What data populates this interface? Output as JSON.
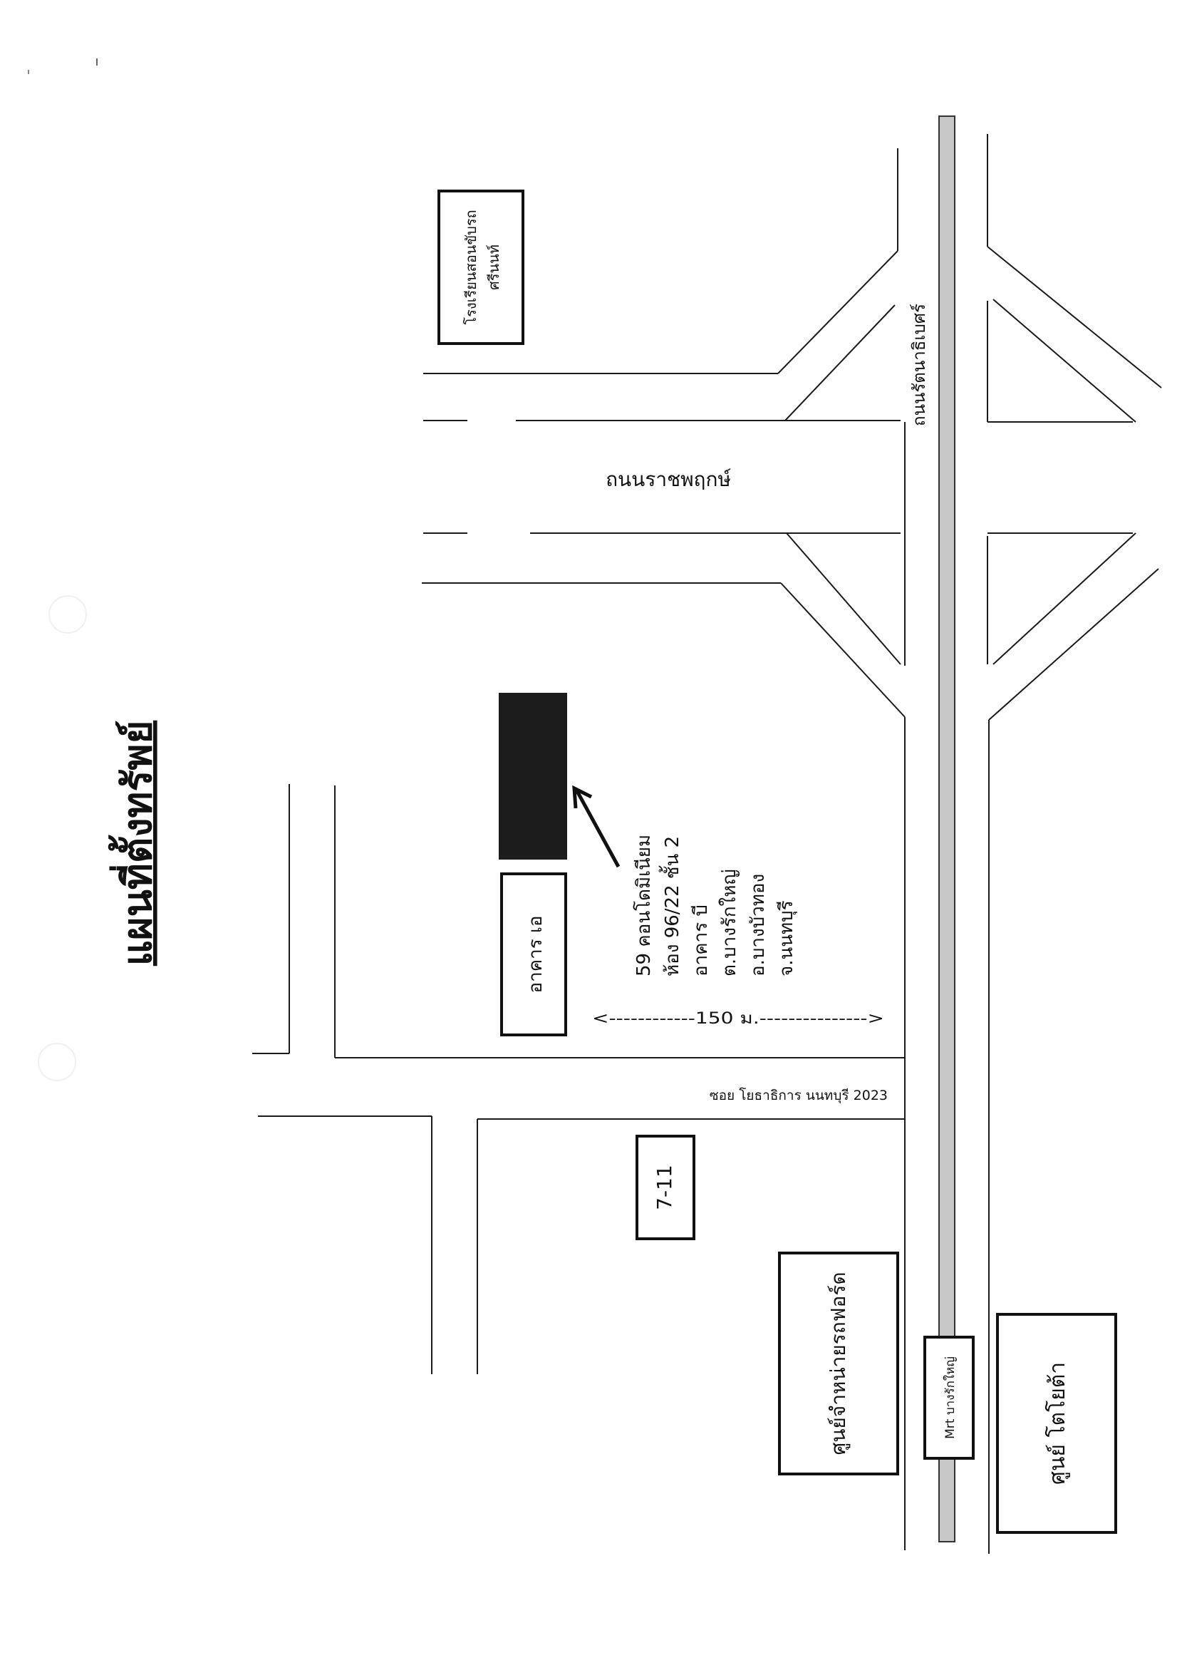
{
  "title": "แผนที่ตั้งทรัพย์",
  "roads": {
    "main_road": "ถนนรัตนาธิเบศร์",
    "side_road": "ถนนราชพฤกษ์",
    "soi": "ซอย โยธาธิการ นนทบุรี 2023"
  },
  "landmarks": {
    "driving_school_line1": "โรงเรียนสอนขับรถ",
    "driving_school_line2": "ศรีนนท์",
    "building_a": "อาคาร เอ",
    "seven_eleven": "7-11",
    "ford_dealer": "ศูนย์จำหน่ายรถฟอร์ด",
    "toyota": "ศูนย์ โตโยต้า",
    "mrt_station": "Mrt บางรักใหญ่"
  },
  "property": {
    "line1": "59 คอนโดมิเนียม",
    "line2": "ห้อง 96/22 ชั้น 2",
    "line3": "อาคาร บี",
    "line4": "ต.บางรักใหญ่",
    "line5": "อ.บางบัวทอง",
    "line6": "จ.นนทบุรี"
  },
  "distance": "<------------150 ม.--------------->",
  "colors": {
    "line": "#1a1a1a",
    "target_building": "#1c1c1c",
    "mrt_track": "#c8c8c8"
  }
}
